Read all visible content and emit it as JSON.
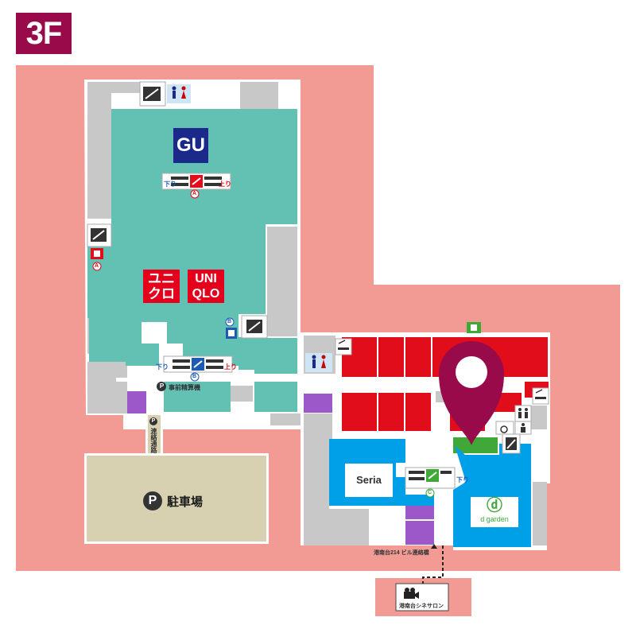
{
  "floor": {
    "label": "3F"
  },
  "stores": {
    "gu": "GU",
    "uniqlo_kana_1": "ユニ",
    "uniqlo_kana_2": "クロ",
    "uniqlo_latin_1": "UNI",
    "uniqlo_latin_2": "QLO",
    "seria": "Seria",
    "dgarden": "d garden"
  },
  "escalators": {
    "down_label": "下り",
    "up_label": "上り",
    "marker_a": "A",
    "marker_b": "B",
    "marker_c": "C"
  },
  "facilities": {
    "parking_office": "事前精算機",
    "parking_lot": "駐車場",
    "walkway": "連絡通路",
    "bridge": "港南台214 ビル連絡橋",
    "cinema": "港南台シネサロン",
    "parking_symbol": "P"
  },
  "colors": {
    "mall_floor": "#f29b94",
    "teal_store": "#63c1b4",
    "red_store": "#e20d1a",
    "blue_store": "#00a0e8",
    "purple_store": "#9c57c8",
    "green_store": "#3fa838",
    "grey_service": "#c8c8c8",
    "parking_lot": "#d7d1b1",
    "pin": "#990a4a",
    "badge": "#990a4a"
  },
  "icons": [
    "escalator-icon",
    "restroom-icon",
    "elevator-icon",
    "smoking-icon",
    "pin-marker-icon",
    "cinema-icon",
    "parking-icon",
    "exit-icon"
  ]
}
